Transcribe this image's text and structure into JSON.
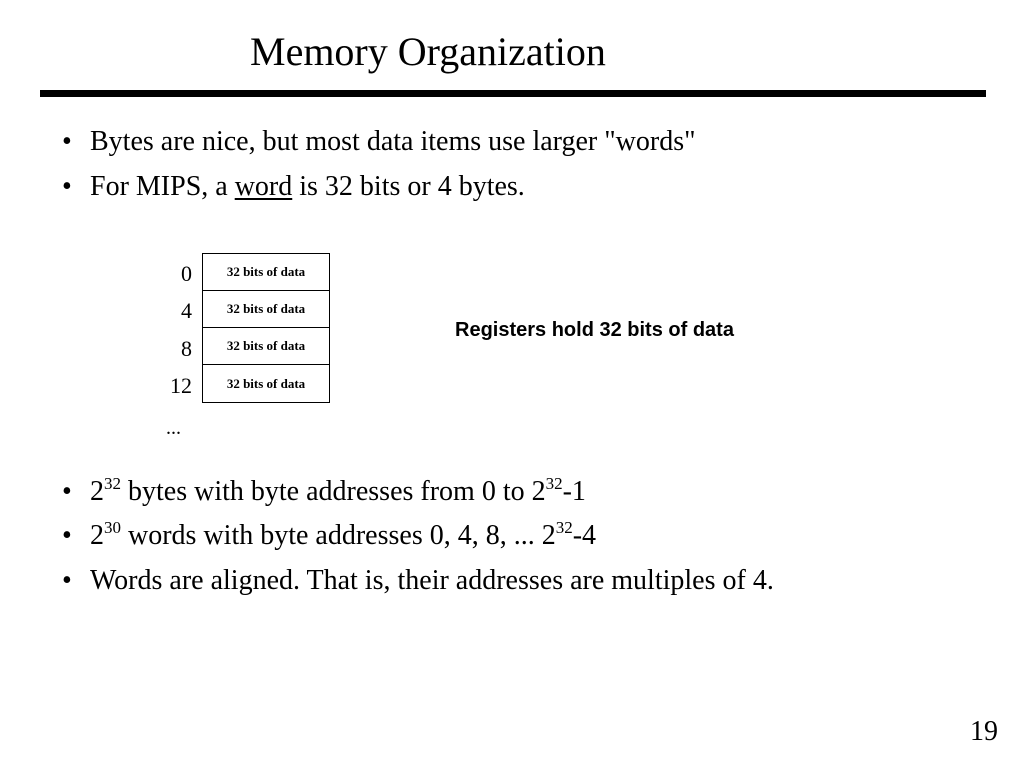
{
  "title": "Memory Organization",
  "bullets_top": [
    {
      "marker": "•",
      "text": "Bytes are nice, but most data items use larger \"words\""
    },
    {
      "marker": "•",
      "prefix": "For MIPS, a ",
      "underlined": "word",
      "suffix": " is 32 bits or 4 bytes."
    }
  ],
  "diagram": {
    "addresses": [
      "0",
      "4",
      "8",
      "12"
    ],
    "cells": [
      "32 bits of data",
      "32 bits of data",
      "32 bits of data",
      "32 bits of data"
    ],
    "ellipsis": "..."
  },
  "registers_note": "Registers hold 32 bits of data",
  "bullets_bottom": [
    {
      "marker": "•",
      "base1": "2",
      "exp1": "32",
      "middle": " bytes with byte addresses from 0 to ",
      "base2": "2",
      "exp2": "32",
      "tail": "-1"
    },
    {
      "marker": "•",
      "base1": "2",
      "exp1": "30",
      "middle": " words with byte addresses 0, 4, 8, ... ",
      "base2": "2",
      "exp2": "32",
      "tail": "-4"
    },
    {
      "marker": "•",
      "text": "Words are aligned. That is, their addresses are multiples of 4."
    }
  ],
  "page_number": "19"
}
